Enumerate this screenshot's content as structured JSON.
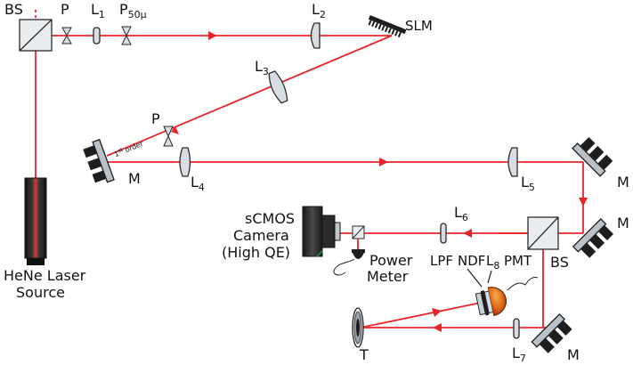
{
  "colors": {
    "beam": "#e8242a",
    "lens": "#d7dde3",
    "mount": "#b9c2c9",
    "detector": "#e07a1f"
  },
  "labels": {
    "bs_top": "BS",
    "p_top": "P",
    "l1_main": "L",
    "l1_sub": "1",
    "p50_main": "P",
    "p50_sub": "50μ",
    "l2_main": "L",
    "l2_sub": "2",
    "slm": "SLM",
    "l3_main": "L",
    "l3_sub": "3",
    "p_mid": "P",
    "first_order_num": "1",
    "first_order_sup": "st",
    "first_order_word": " order",
    "m_left": "M",
    "l4_main": "L",
    "l4_sub": "4",
    "l5_main": "L",
    "l5_sub": "5",
    "m_right_top": "M",
    "m_right_mid": "M",
    "l6_main": "L",
    "l6_sub": "6",
    "camera_line1": "sCMOS",
    "camera_line2": "Camera",
    "camera_line3": "(High QE)",
    "power_line1": "Power",
    "power_line2": "Meter",
    "bs_right": "BS",
    "lpf": "LPF",
    "ndf": "NDF",
    "l8_main": "L",
    "l8_sub": "8",
    "pmt": "PMT",
    "laser_line1": "HeNe Laser",
    "laser_line2": "Source",
    "target": "T",
    "l7_main": "L",
    "l7_sub": "7",
    "m_bottom": "M"
  },
  "icons": {
    "beam_arrow": "arrow-icon",
    "laser": "laser-tube-icon",
    "camera": "camera-icon",
    "power_meter": "power-meter-icon",
    "pmt": "pmt-detector-icon",
    "target": "target-icon"
  }
}
